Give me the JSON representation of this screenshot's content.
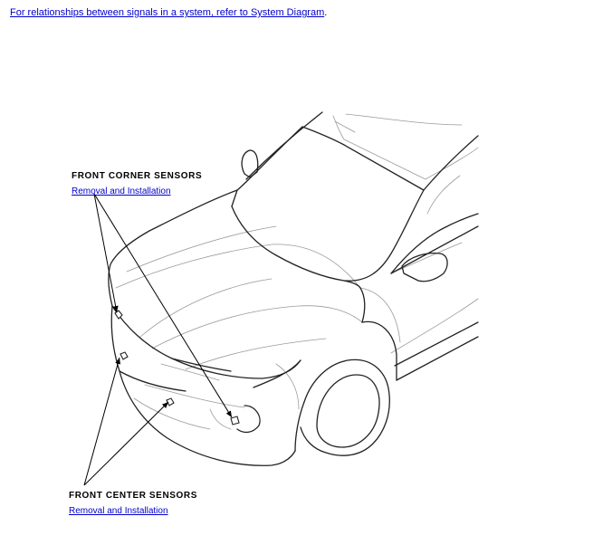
{
  "top_note": {
    "link_text": "For relationships between signals in a system, refer to System Diagram",
    "trailing": "."
  },
  "callouts": {
    "front_corner": {
      "heading": "FRONT CORNER SENSORS",
      "link": "Removal and Installation"
    },
    "front_center": {
      "heading": "FRONT CENTER SENSORS",
      "link": "Removal and Installation"
    }
  },
  "colors": {
    "link": "#0000cc",
    "outline": "#222222",
    "detail": "#9a9a9a"
  }
}
